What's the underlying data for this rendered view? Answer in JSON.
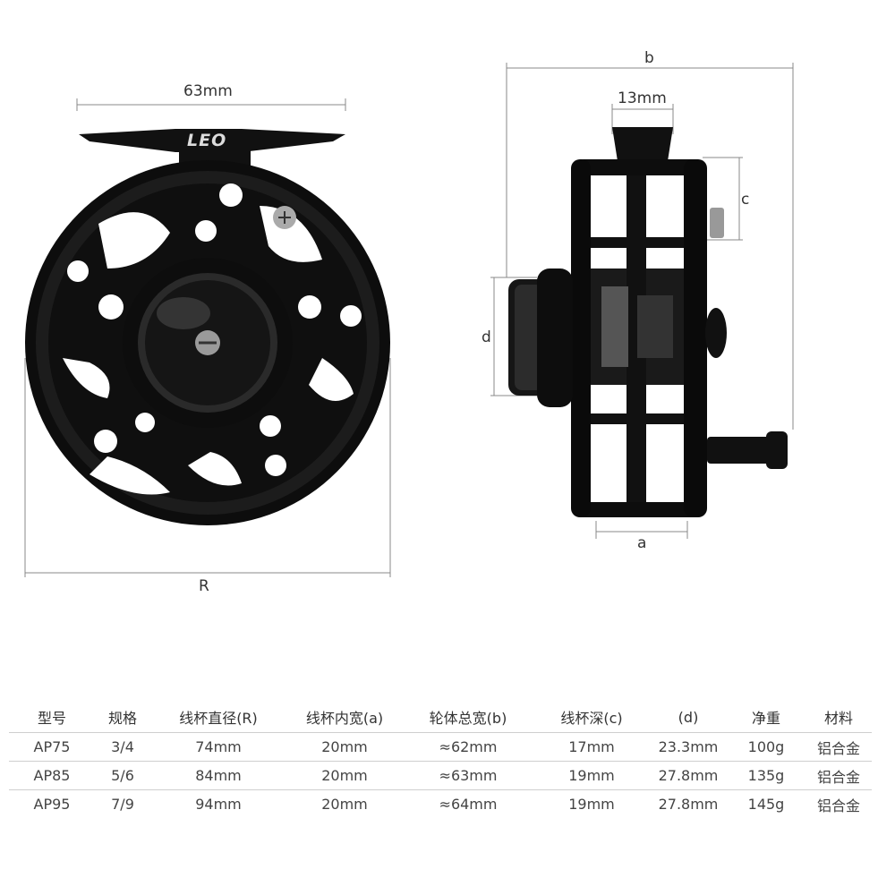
{
  "brand": "LEO",
  "dimensions": {
    "foot_width": "63mm",
    "foot_depth": "13mm",
    "R": "R",
    "a": "a",
    "b": "b",
    "c": "c",
    "d": "d"
  },
  "table": {
    "headers": [
      "型号",
      "规格",
      "线杯直径(R)",
      "线杯内宽(a)",
      "轮体总宽(b)",
      "线杯深(c)",
      "(d)",
      "净重",
      "材料"
    ],
    "rows": [
      [
        "AP75",
        "3/4",
        "74mm",
        "20mm",
        "≈62mm",
        "17mm",
        "23.3mm",
        "100g",
        "铝合金"
      ],
      [
        "AP85",
        "5/6",
        "84mm",
        "20mm",
        "≈63mm",
        "19mm",
        "27.8mm",
        "135g",
        "铝合金"
      ],
      [
        "AP95",
        "7/9",
        "94mm",
        "20mm",
        "≈64mm",
        "19mm",
        "27.8mm",
        "145g",
        "铝合金"
      ]
    ]
  }
}
